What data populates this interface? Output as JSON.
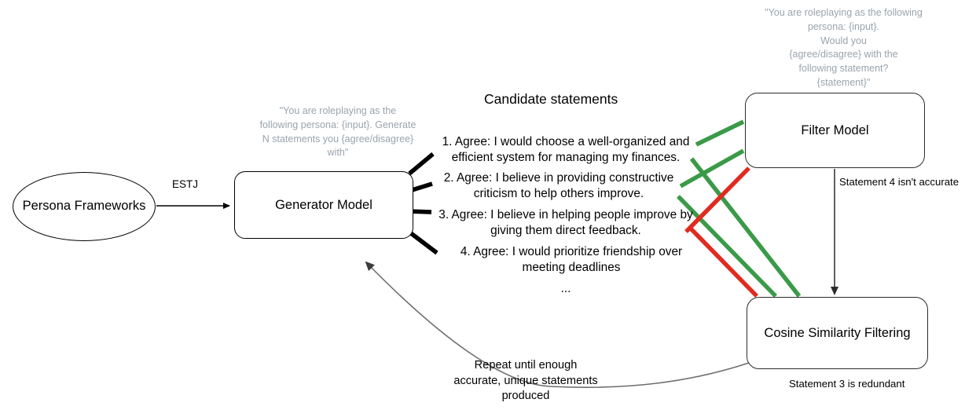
{
  "diagram": {
    "title": "Persona statement generation and filtering pipeline",
    "colors": {
      "green": "#3a9a48",
      "red": "#e02b20",
      "gray_note": "#9aa4ad",
      "gray_edge": "#7a7a7a",
      "black": "#000000"
    },
    "nodes": {
      "persona": {
        "label": "Persona\nFrameworks",
        "shape": "ellipse"
      },
      "generator": {
        "label": "Generator Model",
        "shape": "rounded-rect"
      },
      "filter": {
        "label": "Filter Model",
        "shape": "rounded-rect"
      },
      "cosine": {
        "label": "Cosine Similarity Filtering",
        "shape": "rounded-rect"
      }
    },
    "prompts": {
      "generator": "\"You are roleplaying as the following persona: {input}. Generate N statements you {agree/disagree} with\"",
      "filter": "\"You are roleplaying as the following persona: {input}.\nWould you\n{agree/disagree} with the\nfollowing statement?\n{statement}\""
    },
    "candidates": {
      "heading": "Candidate statements",
      "items": [
        "1. Agree: I would choose a well-organized and efficient system for managing my finances.",
        "2. Agree: I believe in providing constructive criticism to help others improve.",
        "3. Agree: I believe in helping people improve by giving them direct feedback.",
        "4. Agree: I would prioritize friendship over meeting deadlines"
      ],
      "ellipsis": "..."
    },
    "edge_labels": {
      "persona_to_generator": "ESTJ",
      "filter_to_cosine": "Statement 4 isn't accurate",
      "cosine_note": "Statement 3 is redundant",
      "feedback_loop": "Repeat until enough\naccurate, unique statements\nproduced"
    }
  }
}
